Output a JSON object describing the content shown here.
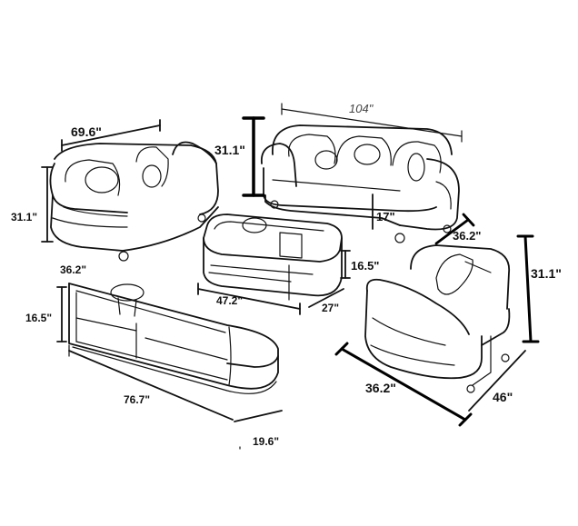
{
  "diagram": {
    "sofa_3seat": {
      "width": "104\"",
      "height": "31.1\"",
      "depth": "36.2\"",
      "seat_height": "17\""
    },
    "sofa_2seat": {
      "width": "69.6\"",
      "height": "31.1\"",
      "depth": "36.2\""
    },
    "chair": {
      "width": "46\"",
      "height": "31.1\"",
      "depth": "36.2\""
    },
    "coffee_table": {
      "width": "47.2\"",
      "height": "16.5\"",
      "depth": "27\""
    },
    "tv_stand": {
      "width": "76.7\"",
      "height": "16.5\"",
      "depth": "19.6\""
    }
  }
}
